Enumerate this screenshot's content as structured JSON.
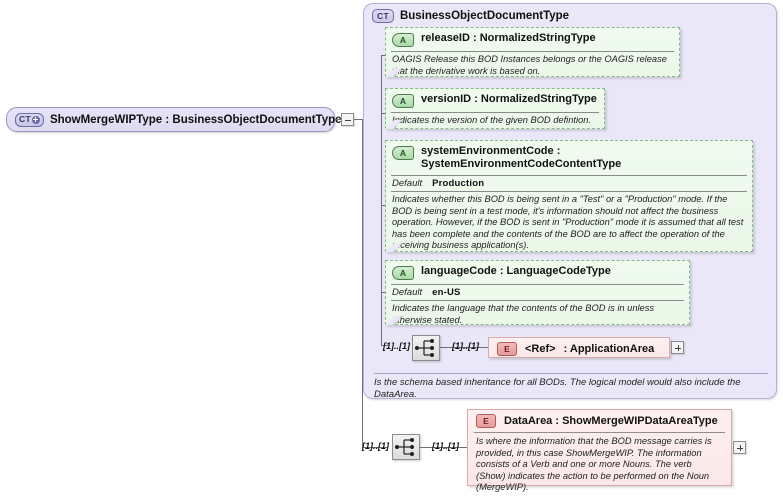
{
  "diagram": {
    "kind": "xsd-schema-diagram",
    "root_type": {
      "icon": "complextype-expand-icon",
      "icon_label": "CT",
      "label": "ShowMergeWIPType : BusinessObjectDocumentType",
      "toggle": "collapse-minus"
    },
    "container": {
      "icon_label": "CT",
      "title": "BusinessObjectDocumentType",
      "note": "Is the schema based inheritance for all BODs. The logical model would also include the DataArea."
    },
    "attributes": [
      {
        "icon_label": "A",
        "name": "releaseID : NormalizedStringType",
        "default_key": "",
        "default_value": "",
        "description": "OAGIS Release this BOD Instances belongs or the OAGIS release that the derivative work is based on."
      },
      {
        "icon_label": "A",
        "name": "versionID : NormalizedStringType",
        "default_key": "",
        "default_value": "",
        "description": "Indicates the version of the given BOD defintion."
      },
      {
        "icon_label": "A",
        "name": "systemEnvironmentCode : SystemEnvironmentCodeContentType",
        "default_key": "Default",
        "default_value": "Production",
        "description": "Indicates whether this BOD is being sent in a \"Test\" or a \"Production\" mode. If the BOD is being sent in a test mode, it's information should not affect the business operation. However, if the BOD is sent in \"Production\" mode it is assumed that all test has been complete and the contents of the BOD are to affect the operation of the receiving business application(s)."
      },
      {
        "icon_label": "A",
        "name": "languageCode : LanguageCodeType",
        "default_key": "Default",
        "default_value": "en-US",
        "description": "Indicates the language that the contents of the BOD is in unless otherwise stated."
      }
    ],
    "sequences": [
      {
        "name": "inner-sequence",
        "icon": "sequence-compositor-icon",
        "left_cardinality": "[1]..[1]",
        "right_cardinality": "[1]..[1]"
      },
      {
        "name": "outer-sequence",
        "icon": "sequence-compositor-icon",
        "left_cardinality": "[1]..[1]",
        "right_cardinality": "[1]..[1]"
      }
    ],
    "elements": [
      {
        "icon_label": "E",
        "ref_label": "<Ref>",
        "name": ": ApplicationArea",
        "description": "",
        "toggle": "expand-plus"
      },
      {
        "icon_label": "E",
        "ref_label": "",
        "name": "DataArea : ShowMergeWIPDataAreaType",
        "description": "Is where the information that the BOD message carries is provided, in this case ShowMergeWIP. The information consists of a Verb and one or more Nouns. The verb (Show) indicates the action to be performed on the Noun (MergeWIP).",
        "toggle": "expand-plus"
      }
    ],
    "colors": {
      "complextype_fill": "#e9e7f8",
      "attribute_fill": "#eaf8e8",
      "element_fill": "#fbe8e8",
      "line": "#6f6f7a"
    }
  }
}
